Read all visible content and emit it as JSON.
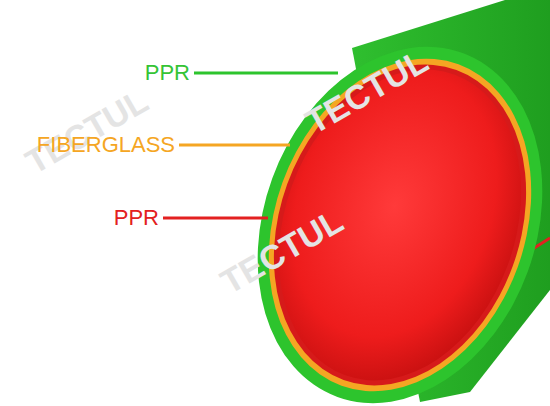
{
  "diagram": {
    "labels": [
      "PPR",
      "FIBERGLASS",
      "PPR",
      "TECTUL",
      "TECTUL",
      "TECTUL"
    ]
  }
}
